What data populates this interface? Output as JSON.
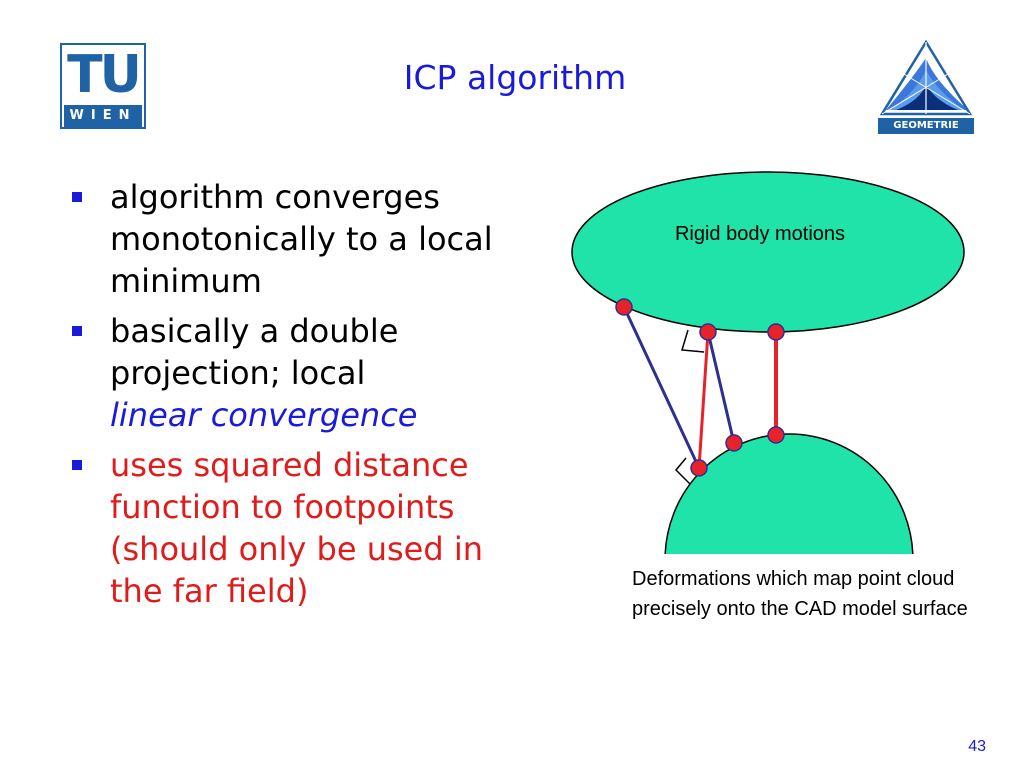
{
  "header": {
    "title": "ICP algorithm",
    "logo_left": {
      "letters": "TU",
      "bar_text": "WIEN"
    },
    "logo_right": {
      "caption": "GEOMETRIE"
    }
  },
  "bullets": [
    {
      "text": "algorithm converges monotonically to a local minimum",
      "color": "#000000"
    },
    {
      "text": "basically a double projection; local",
      "emphasis": "linear convergence",
      "color": "#000000",
      "emphasis_color": "#1a1adb"
    },
    {
      "text": "uses squared distance function to footpoints (should only be used in the far field)",
      "color": "#e11b1b"
    }
  ],
  "diagram": {
    "top_label": "Rigid body motions",
    "bottom_label": "Deformations which map point cloud precisely onto the CAD model surface",
    "colors": {
      "region_fill": "#1fe3a9",
      "point": "#e8222b",
      "blue_line": "#2f2f8f",
      "red_line": "#e8222b"
    }
  },
  "footer": {
    "page_number": "43"
  },
  "colors": {
    "accent_blue": "#1a1adb",
    "tu_blue": "#1f63a6",
    "red_text": "#e11b1b"
  }
}
